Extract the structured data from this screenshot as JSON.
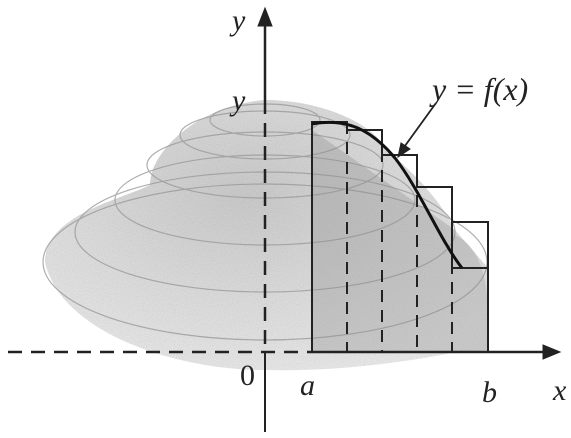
{
  "labels": {
    "y_axis_top": "y",
    "y_axis_mid": "y",
    "x_axis": "x",
    "origin": "0",
    "a": "a",
    "b": "b",
    "curve": "y = f(x)"
  },
  "colors": {
    "ink": "#222222",
    "shade_light": "#c9c9c9",
    "shade_mid": "#a9a9a9",
    "shade_dark": "#8f8f8f"
  }
}
